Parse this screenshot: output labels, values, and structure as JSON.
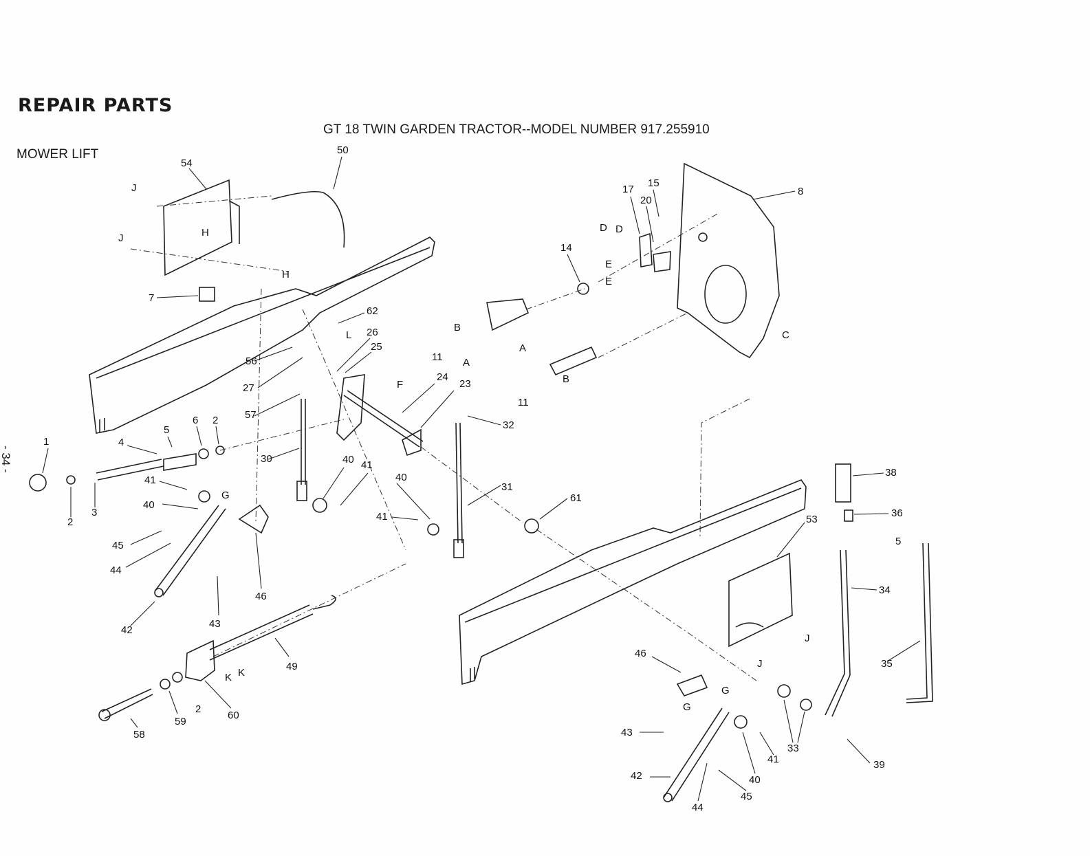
{
  "header": {
    "heading": "REPAIR PARTS",
    "title": "GT 18 TWIN GARDEN TRACTOR--MODEL NUMBER 917.255910",
    "section": "MOWER LIFT",
    "page_number": "- 34 -"
  },
  "callouts": [
    {
      "id": "c1",
      "text": "1"
    },
    {
      "id": "c2a",
      "text": "2"
    },
    {
      "id": "c2b",
      "text": "2"
    },
    {
      "id": "c2c",
      "text": "2"
    },
    {
      "id": "c3",
      "text": "3"
    },
    {
      "id": "c4",
      "text": "4"
    },
    {
      "id": "c5a",
      "text": "5"
    },
    {
      "id": "c5b",
      "text": "5"
    },
    {
      "id": "c6",
      "text": "6"
    },
    {
      "id": "c7",
      "text": "7"
    },
    {
      "id": "c8",
      "text": "8"
    },
    {
      "id": "c11a",
      "text": "11"
    },
    {
      "id": "c11b",
      "text": "11"
    },
    {
      "id": "c14",
      "text": "14"
    },
    {
      "id": "c15",
      "text": "15"
    },
    {
      "id": "c17",
      "text": "17"
    },
    {
      "id": "c20",
      "text": "20"
    },
    {
      "id": "c23",
      "text": "23"
    },
    {
      "id": "c24",
      "text": "24"
    },
    {
      "id": "c25",
      "text": "25"
    },
    {
      "id": "c26",
      "text": "26"
    },
    {
      "id": "c27",
      "text": "27"
    },
    {
      "id": "c30",
      "text": "30"
    },
    {
      "id": "c31",
      "text": "31"
    },
    {
      "id": "c32",
      "text": "32"
    },
    {
      "id": "c33",
      "text": "33"
    },
    {
      "id": "c34",
      "text": "34"
    },
    {
      "id": "c35",
      "text": "35"
    },
    {
      "id": "c36",
      "text": "36"
    },
    {
      "id": "c38",
      "text": "38"
    },
    {
      "id": "c39",
      "text": "39"
    },
    {
      "id": "c40a",
      "text": "40"
    },
    {
      "id": "c40b",
      "text": "40"
    },
    {
      "id": "c40c",
      "text": "40"
    },
    {
      "id": "c40d",
      "text": "40"
    },
    {
      "id": "c41a",
      "text": "41"
    },
    {
      "id": "c41b",
      "text": "41"
    },
    {
      "id": "c41c",
      "text": "41"
    },
    {
      "id": "c41d",
      "text": "41"
    },
    {
      "id": "c42a",
      "text": "42"
    },
    {
      "id": "c42b",
      "text": "42"
    },
    {
      "id": "c43a",
      "text": "43"
    },
    {
      "id": "c43b",
      "text": "43"
    },
    {
      "id": "c44a",
      "text": "44"
    },
    {
      "id": "c44b",
      "text": "44"
    },
    {
      "id": "c45a",
      "text": "45"
    },
    {
      "id": "c45b",
      "text": "45"
    },
    {
      "id": "c46a",
      "text": "46"
    },
    {
      "id": "c46b",
      "text": "46"
    },
    {
      "id": "c49",
      "text": "49"
    },
    {
      "id": "c50",
      "text": "50"
    },
    {
      "id": "c53",
      "text": "53"
    },
    {
      "id": "c54",
      "text": "54"
    },
    {
      "id": "c56",
      "text": "56"
    },
    {
      "id": "c57",
      "text": "57"
    },
    {
      "id": "c58",
      "text": "58"
    },
    {
      "id": "c59",
      "text": "59"
    },
    {
      "id": "c60",
      "text": "60"
    },
    {
      "id": "c61",
      "text": "61"
    },
    {
      "id": "c62",
      "text": "62"
    }
  ],
  "reference_letters": [
    {
      "id": "rA1",
      "text": "A"
    },
    {
      "id": "rA2",
      "text": "A"
    },
    {
      "id": "rB1",
      "text": "B"
    },
    {
      "id": "rB2",
      "text": "B"
    },
    {
      "id": "rC",
      "text": "C"
    },
    {
      "id": "rD1",
      "text": "D"
    },
    {
      "id": "rD2",
      "text": "D"
    },
    {
      "id": "rE1",
      "text": "E"
    },
    {
      "id": "rE2",
      "text": "E"
    },
    {
      "id": "rF",
      "text": "F"
    },
    {
      "id": "rG1",
      "text": "G"
    },
    {
      "id": "rG2",
      "text": "G"
    },
    {
      "id": "rG3",
      "text": "G"
    },
    {
      "id": "rH1",
      "text": "H"
    },
    {
      "id": "rH2",
      "text": "H"
    },
    {
      "id": "rJ1",
      "text": "J"
    },
    {
      "id": "rJ2",
      "text": "J"
    },
    {
      "id": "rJ3",
      "text": "J"
    },
    {
      "id": "rJ4",
      "text": "J"
    },
    {
      "id": "rK1",
      "text": "K"
    },
    {
      "id": "rK2",
      "text": "K"
    },
    {
      "id": "rL",
      "text": "L"
    }
  ]
}
